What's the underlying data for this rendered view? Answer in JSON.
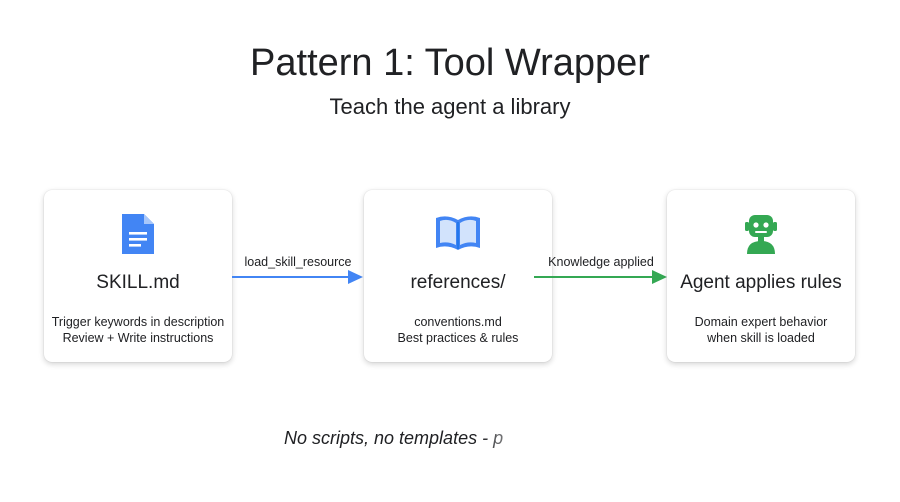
{
  "title": "Pattern 1: Tool Wrapper",
  "subtitle": "Teach the agent a library",
  "cards": [
    {
      "icon": "document-icon",
      "title": "SKILL.md",
      "desc": [
        "Trigger keywords in description",
        "Review + Write instructions"
      ],
      "icon_color": "#4285f4"
    },
    {
      "icon": "open-book-icon",
      "title": "references/",
      "desc": [
        "conventions.md",
        "Best practices & rules"
      ],
      "icon_color": "#4285f4"
    },
    {
      "icon": "robot-icon",
      "title": "Agent applies rules",
      "desc": [
        "Domain expert behavior",
        "when skill is loaded"
      ],
      "icon_color": "#34a853"
    }
  ],
  "arrows": [
    {
      "label": "load_skill_resource",
      "color": "#4285f4"
    },
    {
      "label": "Knowledge applied",
      "color": "#34a853"
    }
  ],
  "footnote": "No scripts, no templates - p"
}
